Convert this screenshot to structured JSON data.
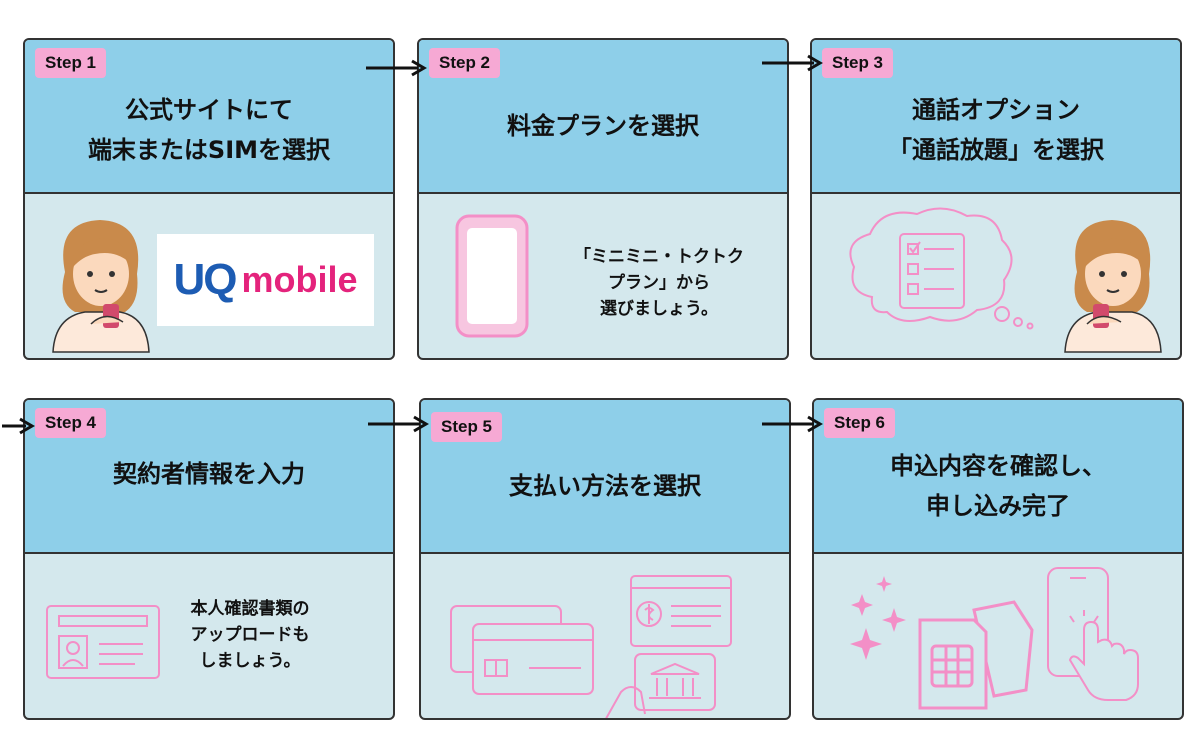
{
  "steps": [
    {
      "label": "Step 1",
      "title_lines": [
        "公式サイトにて",
        "端末またはSIMを選択"
      ]
    },
    {
      "label": "Step 2",
      "title_lines": [
        "料金プランを選択"
      ],
      "note_lines": [
        "「ミニミニ・トクトク",
        "プラン」から",
        "選びましょう。"
      ]
    },
    {
      "label": "Step 3",
      "title_lines": [
        "通話オプション",
        "「通話放題」を選択"
      ]
    },
    {
      "label": "Step 4",
      "title_lines": [
        "契約者情報を入力"
      ],
      "note_lines": [
        "本人確認書類の",
        "アップロードも",
        "しましょう。"
      ]
    },
    {
      "label": "Step 5",
      "title_lines": [
        "支払い方法を選択"
      ]
    },
    {
      "label": "Step 6",
      "title_lines": [
        "申込内容を確認し、",
        "申し込み完了"
      ]
    }
  ],
  "logo": {
    "part1": "UQ",
    "part2": "mobile"
  },
  "colors": {
    "header": "#8ecfe9",
    "body": "#d4e8ed",
    "badge": "#f6a9d4",
    "line_art": "#f38fc7"
  },
  "icons": [
    "woman-with-phone-icon",
    "smartphone-icon",
    "thought-bubble-checklist-icon",
    "id-card-icon",
    "credit-card-icon",
    "bank-bill-payment-icon",
    "sparkles-icon",
    "sim-card-icon",
    "phone-tap-icon"
  ]
}
